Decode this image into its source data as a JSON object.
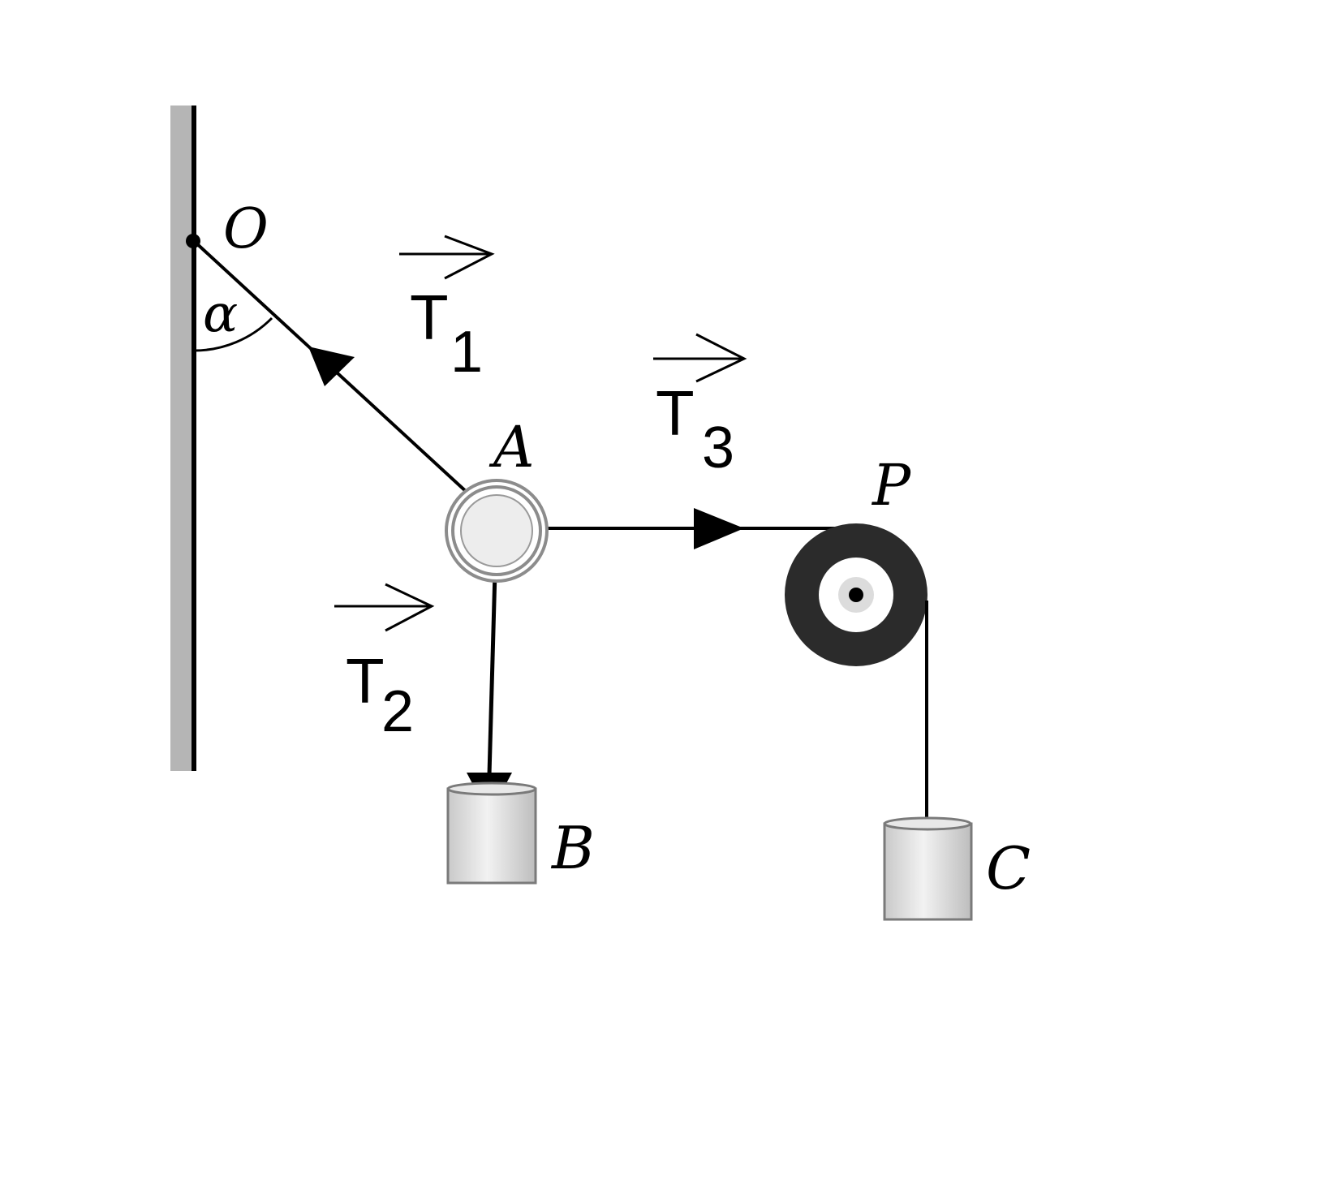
{
  "labels": {
    "point_O": "O",
    "angle_alpha": "α",
    "point_A": "A",
    "pulley_P": "P",
    "mass_B": "B",
    "mass_C": "C",
    "vector_T1": "T",
    "vector_T1_sub": "1",
    "vector_T2": "T",
    "vector_T2_sub": "2",
    "vector_T3": "T",
    "vector_T3_sub": "3"
  },
  "colors": {
    "ink": "#000000",
    "wall_shade": "#b5b5b5",
    "pulley_dark": "#2b2b2b",
    "mass_fill": "#dedede",
    "ring": "#8c8c8c"
  }
}
